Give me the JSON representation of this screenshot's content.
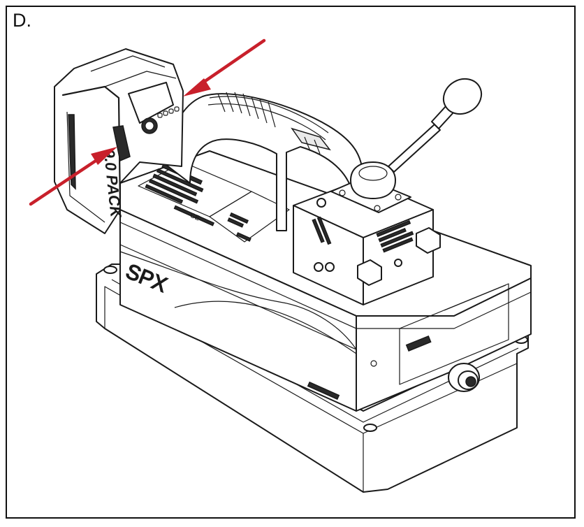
{
  "figure": {
    "panel_letter": "D.",
    "battery_label": "9.0 PACK",
    "brand_label": "SPX",
    "colors": {
      "arrow": "#c8202b",
      "line": "#1a1a1a",
      "background": "#ffffff"
    }
  }
}
